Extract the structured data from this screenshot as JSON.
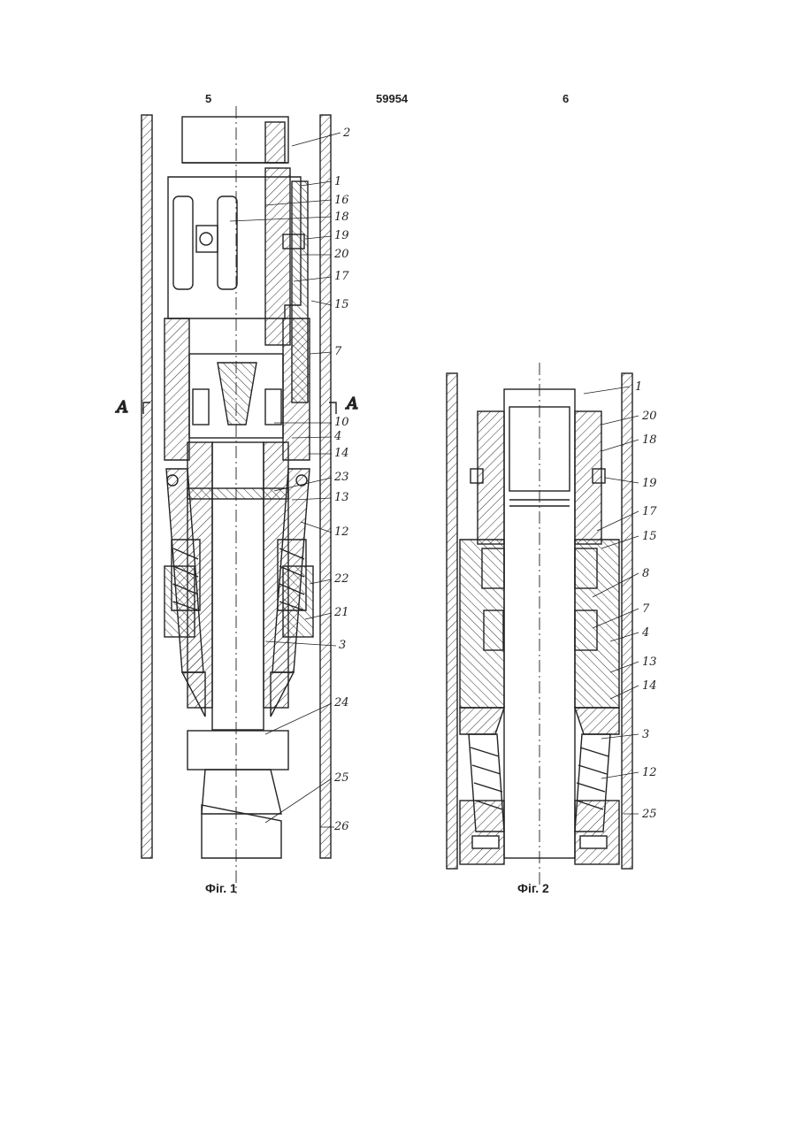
{
  "header": {
    "left_page": "5",
    "patent_number": "59954",
    "right_page": "6"
  },
  "fig1": {
    "caption": "Фіг. 1",
    "section_letter": "A",
    "labels": [
      "2",
      "1",
      "16",
      "18",
      "19",
      "20",
      "17",
      "15",
      "7",
      "10",
      "4",
      "14",
      "23",
      "13",
      "12",
      "22",
      "21",
      "3",
      "24",
      "25",
      "26"
    ]
  },
  "fig2": {
    "caption": "Фіг. 2",
    "labels": [
      "1",
      "20",
      "18",
      "19",
      "17",
      "15",
      "8",
      "7",
      "4",
      "13",
      "14",
      "3",
      "12",
      "25"
    ]
  },
  "colors": {
    "ink": "#222222",
    "paper": "#ffffff"
  }
}
